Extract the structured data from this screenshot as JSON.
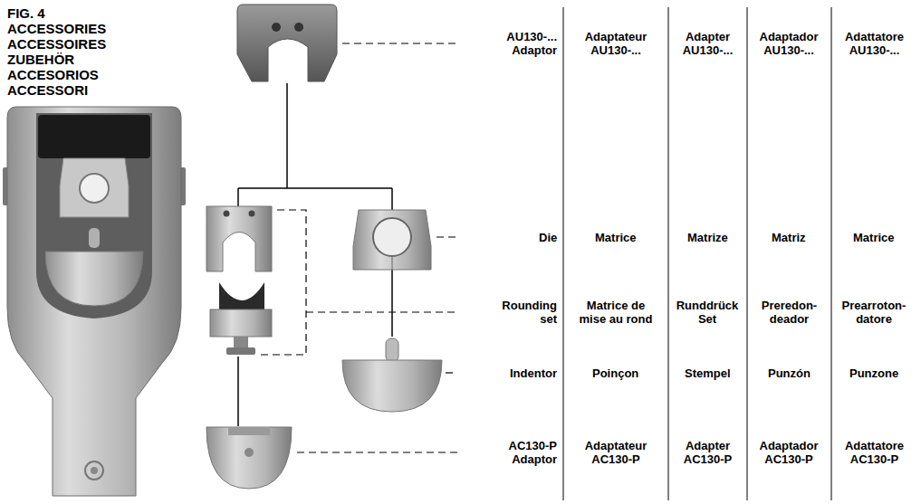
{
  "diagram": {
    "title": "FIG. 4 ACCESSORIES ACCESSOIRES ZUBEHÖR ACCESORIOS ACCESSORI",
    "labels": [
      "AU130-... Adaptor",
      "Adaptateur AU130-...",
      "Adapter AU130-...",
      "Adaptador AU130-...",
      "Adattatore AU130-...",
      "Die",
      "Matrice",
      "Matrize",
      "Matriz",
      "Matrice",
      "Rounding set",
      "Matrice de mise au rond",
      "Runddrück Set",
      "Preredon- deador",
      "Prearroton- datore",
      "Indentor",
      "Poinçon",
      "Stempel",
      "Punzón",
      "Punzone",
      "AC130-P Adaptor",
      "Adaptateur AC130-P",
      "Adapter AC130-P",
      "Adaptador AC130-P",
      "Adattatore AC130-P"
    ]
  }
}
